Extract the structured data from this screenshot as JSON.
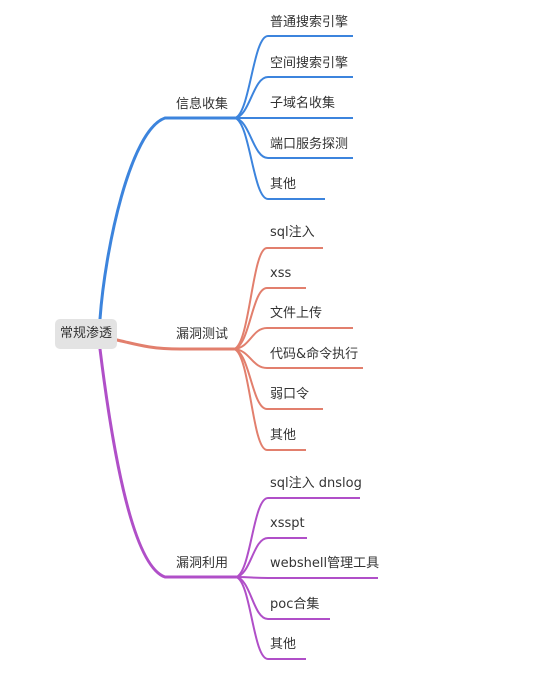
{
  "root": {
    "label": "常规渗透"
  },
  "branches": [
    {
      "label": "信息收集",
      "color": "#3c84dd",
      "children": [
        "普通搜索引擎",
        "空间搜索引擎",
        "子域名收集",
        "端口服务探测",
        "其他"
      ]
    },
    {
      "label": "漏洞测试",
      "color": "#e27f6d",
      "children": [
        "sql注入",
        "xss",
        "文件上传",
        "代码&命令执行",
        "弱口令",
        "其他"
      ]
    },
    {
      "label": "漏洞利用",
      "color": "#b04fc8",
      "children": [
        "sql注入 dnslog",
        "xsspt",
        "webshell管理工具",
        "poc合集",
        "其他"
      ]
    }
  ]
}
